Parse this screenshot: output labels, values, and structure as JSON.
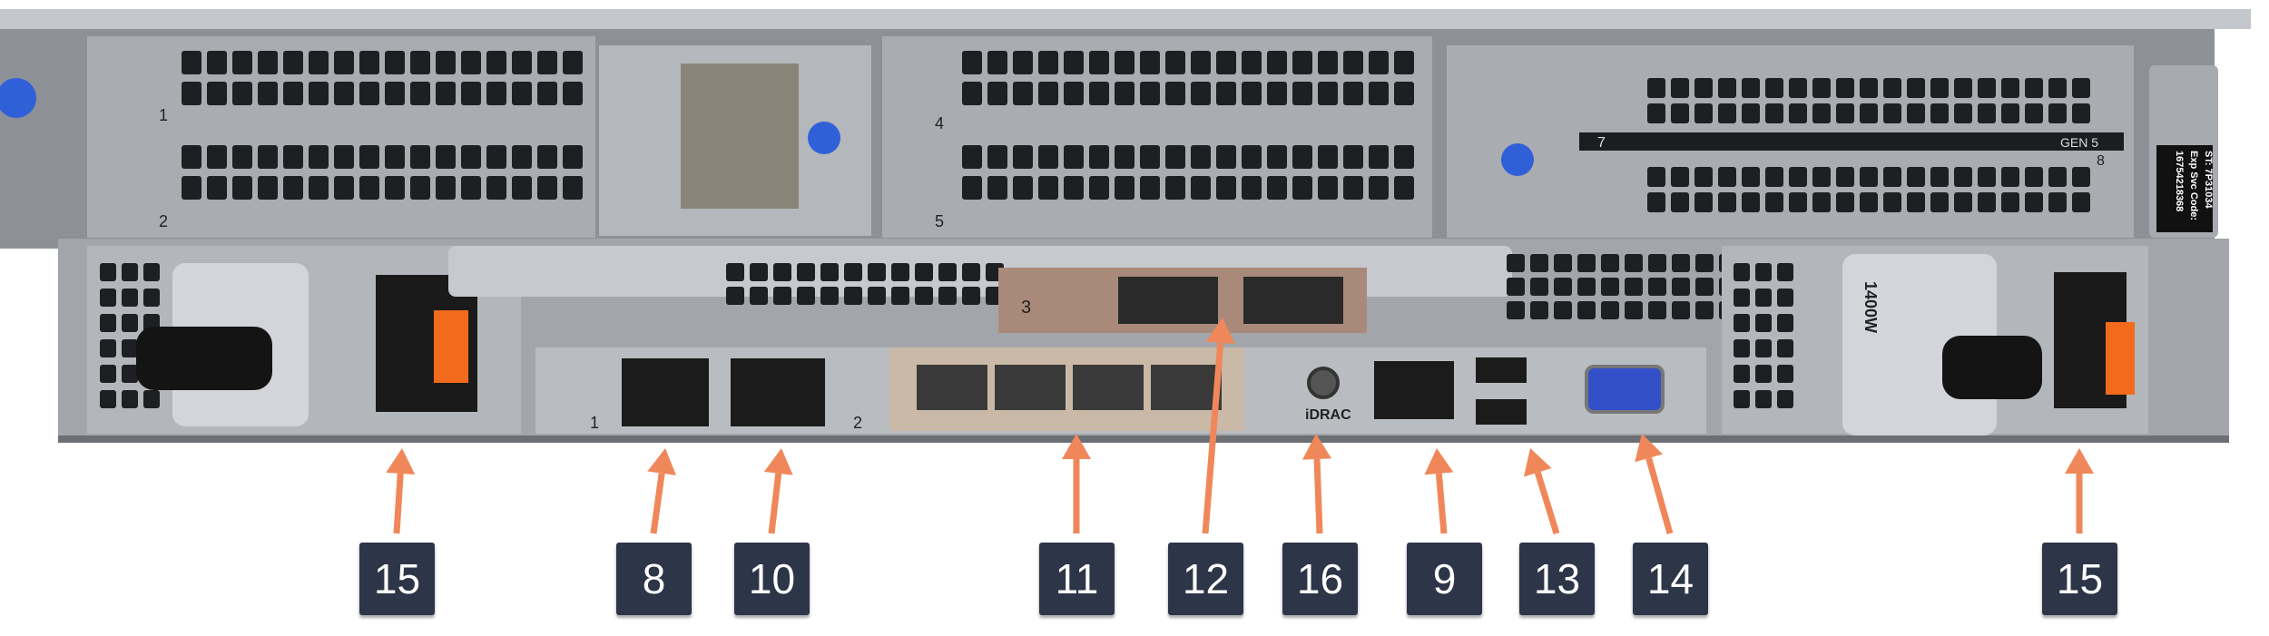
{
  "colors": {
    "arrow": "#f0875a",
    "callout_box": "#2d3548",
    "callout_text": "#ffffff",
    "chassis": "#9a9ea4",
    "vga_blue": "#3450c8",
    "latch_orange": "#f26a1b",
    "thumbscrew_blue": "#3060d8"
  },
  "chassis_labels": {
    "slot1": "1",
    "slot2": "2",
    "slot3": "3",
    "slot4": "4",
    "slot5": "5",
    "slot7": "7",
    "slot8": "8",
    "gen": "GEN 5",
    "psu_watt": "1400W",
    "idrac": "iDRAC",
    "nic1": "1",
    "nic2": "2",
    "service_tag": "ST: 7P31034",
    "exp_svc_label": "Exp Svc Code:",
    "exp_svc_code": "16754218368"
  },
  "callouts": [
    {
      "number": "15",
      "component": "psu-power-socket-left"
    },
    {
      "number": "8",
      "component": "nic-port-1"
    },
    {
      "number": "10",
      "component": "nic-port-2"
    },
    {
      "number": "11",
      "component": "ocp-nic-card"
    },
    {
      "number": "12",
      "component": "pcie-expansion-card"
    },
    {
      "number": "16",
      "component": "idrac-direct-button"
    },
    {
      "number": "9",
      "component": "idrac-ethernet-port"
    },
    {
      "number": "13",
      "component": "usb-ports"
    },
    {
      "number": "14",
      "component": "vga-port"
    },
    {
      "number": "15",
      "component": "psu-power-socket-right"
    }
  ]
}
